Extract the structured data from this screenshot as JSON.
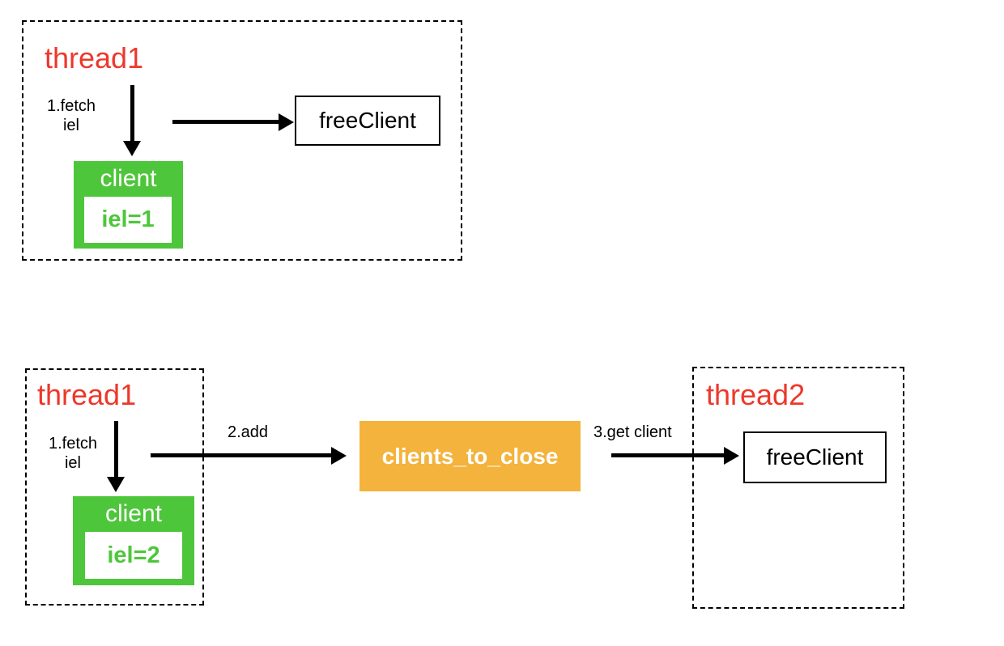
{
  "colors": {
    "thread_title_red": "#ED382B",
    "client_green": "#4EC63B",
    "queue_orange": "#F3B33C",
    "arrow_black": "#000000"
  },
  "scene1": {
    "thread1": {
      "title": "thread1"
    },
    "fetch_step": {
      "line1": "1.fetch",
      "line2": "iel"
    },
    "client": {
      "title": "client",
      "value": "iel=1"
    },
    "free_client": {
      "label": "freeClient"
    }
  },
  "scene2": {
    "thread1": {
      "title": "thread1"
    },
    "fetch_step": {
      "line1": "1.fetch",
      "line2": "iel"
    },
    "client": {
      "title": "client",
      "value": "iel=2"
    },
    "add_step": {
      "label": "2.add"
    },
    "queue": {
      "label": "clients_to_close"
    },
    "get_step": {
      "label": "3.get client"
    },
    "thread2": {
      "title": "thread2"
    },
    "free_client": {
      "label": "freeClient"
    }
  }
}
